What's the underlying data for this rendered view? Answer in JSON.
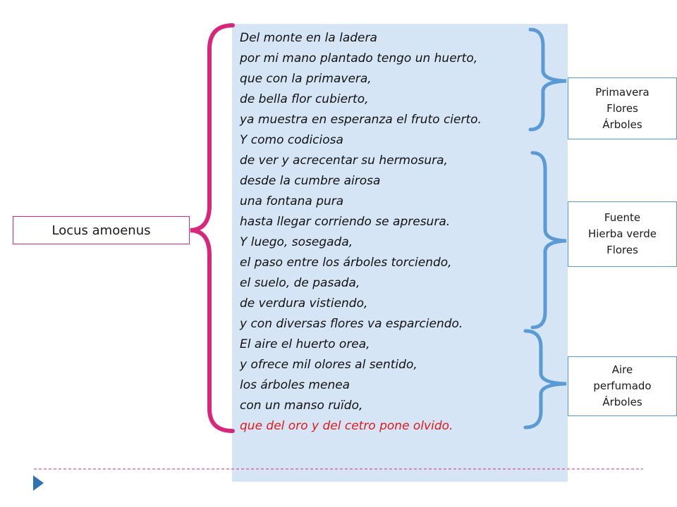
{
  "poem": {
    "lines": [
      "Del monte en la ladera",
      "por mi mano plantado tengo un huerto,",
      "que con la primavera,",
      "de bella flor cubierto,",
      "ya muestra en esperanza el fruto cierto.",
      "Y como codiciosa",
      "de ver y acrecentar su hermosura,",
      "desde la cumbre airosa",
      "una fontana pura",
      "hasta llegar corriendo se apresura.",
      "Y luego, sosegada,",
      "el paso entre los árboles torciendo,",
      "el suelo, de pasada,",
      "de verdura vistiendo,",
      "y con diversas flores va esparciendo.",
      "El aire el huerto orea,",
      "y ofrece mil olores al sentido,",
      "los árboles menea",
      "con un manso ruïdo,",
      "que del oro y del cetro pone olvido."
    ],
    "highlight_line_index": 19
  },
  "main_label": "Locus amoenus",
  "themes": [
    {
      "lines": [
        "Primavera",
        "Flores",
        "Árboles"
      ]
    },
    {
      "lines": [
        "Fuente",
        "Hierba verde",
        "Flores"
      ]
    },
    {
      "lines": [
        "Aire",
        "perfumado",
        "Árboles"
      ]
    }
  ],
  "colors": {
    "panel": "#d6e5f5",
    "main_brace": "#d9267a",
    "theme_brace": "#5b9bd5",
    "highlight": "#e01818",
    "footer_line": "#d9267a",
    "footer_arrow": "#2e74b5"
  },
  "icons": {
    "footer": "triangle-right-icon"
  }
}
